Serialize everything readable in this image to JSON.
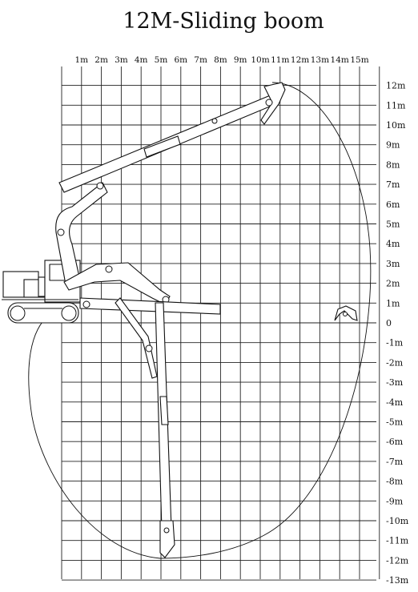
{
  "title": "12M-Sliding boom",
  "x_ticks": [
    "1m",
    "2m",
    "3m",
    "4m",
    "5m",
    "6m",
    "7m",
    "8m",
    "9m",
    "10m",
    "11m",
    "12m",
    "13m",
    "14m",
    "15m"
  ],
  "y_ticks": [
    "12m",
    "11m",
    "10m",
    "9m",
    "8m",
    "7m",
    "6m",
    "5m",
    "4m",
    "3m",
    "2m",
    "1m",
    "0",
    "-1m",
    "-2m",
    "-3m",
    "-4m",
    "-5m",
    "-6m",
    "-7m",
    "-8m",
    "-9m",
    "-10m",
    "-11m",
    "-12m",
    "-13m"
  ],
  "colors": {
    "line": "#111111",
    "background": "#ffffff"
  }
}
